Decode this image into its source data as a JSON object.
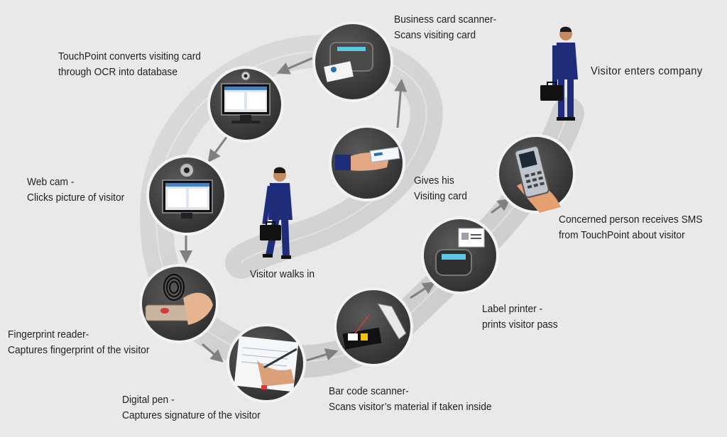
{
  "steps": [
    {
      "id": "visitor-enters",
      "lines": [
        "Visitor enters company"
      ],
      "icon": "businessman-icon"
    },
    {
      "id": "business-card-scanner",
      "lines": [
        "Business card scanner-",
        "Scans visiting card"
      ],
      "icon": "card-scanner-icon"
    },
    {
      "id": "touchpoint-ocr",
      "lines": [
        "TouchPoint converts  visiting card",
        "through OCR into database"
      ],
      "icon": "monitor-webcam-icon"
    },
    {
      "id": "gives-card",
      "lines": [
        "Gives his",
        "Visiting card"
      ],
      "icon": "hand-card-icon"
    },
    {
      "id": "web-cam",
      "lines": [
        "Web cam -",
        "Clicks picture of visitor"
      ],
      "icon": "webcam-monitor-icon"
    },
    {
      "id": "concerned-person-sms",
      "lines": [
        "Concerned person receives SMS",
        "from TouchPoint about visitor"
      ],
      "icon": "mobile-phone-icon"
    },
    {
      "id": "visitor-walks-in",
      "lines": [
        "Visitor walks in"
      ],
      "icon": "walking-man-icon"
    },
    {
      "id": "label-printer",
      "lines": [
        "Label printer -",
        "prints visitor pass"
      ],
      "icon": "label-printer-icon"
    },
    {
      "id": "fingerprint-reader",
      "lines": [
        "Fingerprint reader-",
        "Captures fingerprint of the visitor"
      ],
      "icon": "fingerprint-icon"
    },
    {
      "id": "digital-pen",
      "lines": [
        "Digital pen -",
        "Captures signature of the visitor"
      ],
      "icon": "digital-pen-icon"
    },
    {
      "id": "bar-code-scanner",
      "lines": [
        "Bar code scanner-",
        "Scans visitor’s material if taken inside"
      ],
      "icon": "barcode-scanner-icon"
    }
  ],
  "colors": {
    "background": "#e9e9e9",
    "path": "#cfcfcf",
    "circle": "#3d3d3d",
    "arrow": "#808080",
    "suit": "#1f2c7a"
  }
}
